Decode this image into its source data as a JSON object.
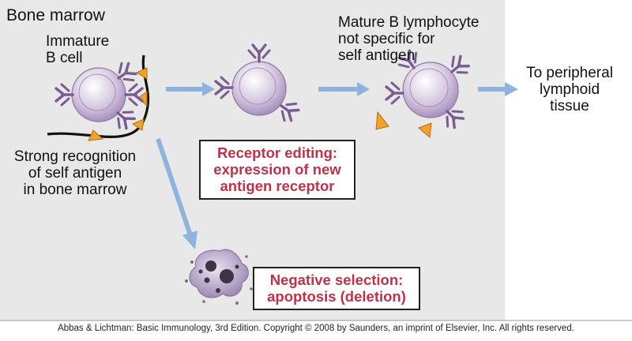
{
  "diagram": {
    "region_label": "Bone marrow",
    "immature_cell_label_line1": "Immature",
    "immature_cell_label_line2": "B cell",
    "mature_cell_label_line1": "Mature B lymphocyte",
    "mature_cell_label_line2": "not specific for",
    "mature_cell_label_line3": "self antigen",
    "destination_line1": "To peripheral",
    "destination_line2": "lymphoid",
    "destination_line3": "tissue",
    "recognition_line1": "Strong recognition",
    "recognition_line2": "of self antigen",
    "recognition_line3": "in bone marrow",
    "receptor_editing_line1": "Receptor editing:",
    "receptor_editing_line2": "expression of new",
    "receptor_editing_line3": "antigen receptor",
    "negative_selection_line1": "Negative selection:",
    "negative_selection_line2": "apoptosis (deletion)"
  },
  "credit": "Abbas & Lichtman: Basic Immunology, 3rd Edition. Copyright © 2008 by Saunders, an imprint of Elsevier, Inc. All rights reserved.",
  "colors": {
    "marrow_background": "#e8e8e8",
    "cell_body": "#c8b9d6",
    "receptor": "#7a5c93",
    "antigen": "#f0a22c",
    "arrow": "#8fb4dc",
    "emphasis_text": "#c0314a"
  }
}
